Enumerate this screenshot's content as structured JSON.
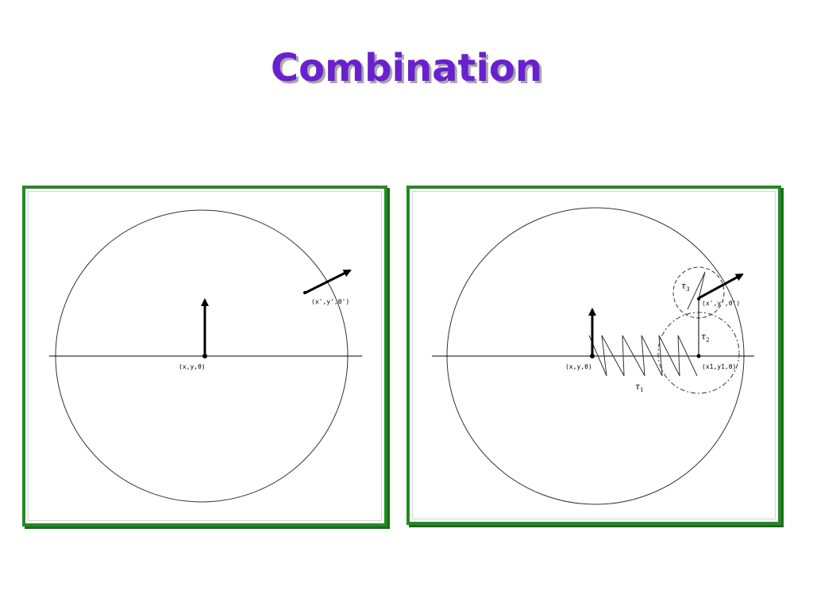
{
  "slide": {
    "title": "Combination",
    "title_color": "#6a1fd1",
    "frame_color": "#228b22"
  },
  "left_panel": {
    "start_label": "(x,y,θ)",
    "goal_label": "(x',y',θ')"
  },
  "right_panel": {
    "start_label": "(x,y,θ)",
    "mid_label": "(x1,y1,θ)",
    "goal_label": "(x',y',θ')",
    "segment_labels": [
      {
        "base": "τ",
        "sub": "1"
      },
      {
        "base": "τ",
        "sub": "2"
      },
      {
        "base": "τ",
        "sub": "3"
      }
    ]
  }
}
